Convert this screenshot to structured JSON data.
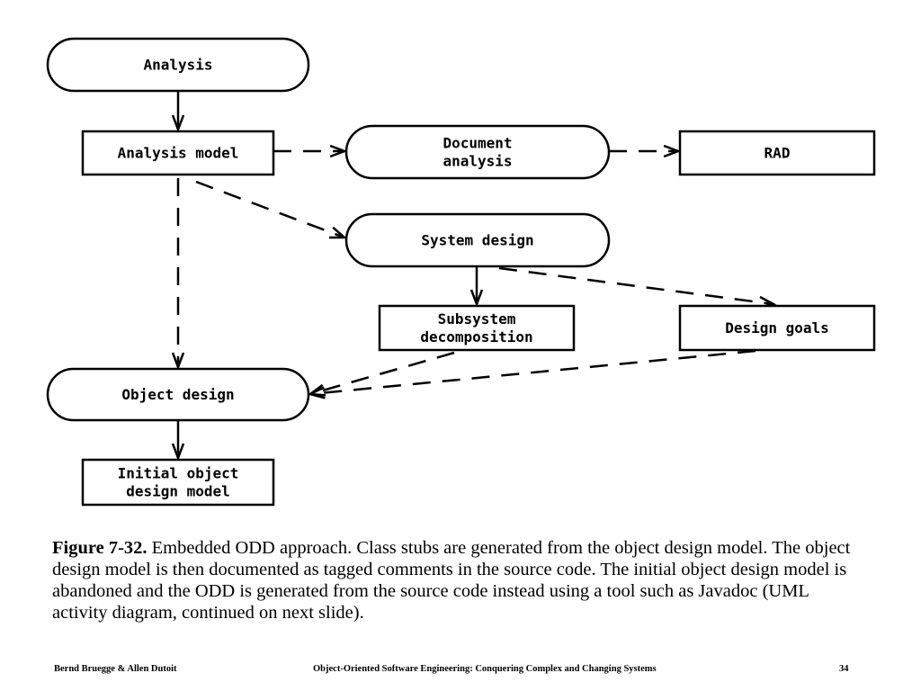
{
  "diagram": {
    "nodes": [
      {
        "id": "analysis",
        "kind": "activity",
        "lines": [
          "Analysis"
        ]
      },
      {
        "id": "analysis-model",
        "kind": "object",
        "lines": [
          "Analysis model"
        ]
      },
      {
        "id": "document-analysis",
        "kind": "activity",
        "lines": [
          "Document",
          "analysis"
        ]
      },
      {
        "id": "rad",
        "kind": "object",
        "lines": [
          "RAD"
        ]
      },
      {
        "id": "system-design",
        "kind": "activity",
        "lines": [
          "System design"
        ]
      },
      {
        "id": "subsystem-decomposition",
        "kind": "object",
        "lines": [
          "Subsystem",
          "decomposition"
        ]
      },
      {
        "id": "design-goals",
        "kind": "object",
        "lines": [
          "Design goals"
        ]
      },
      {
        "id": "object-design",
        "kind": "activity",
        "lines": [
          "Object design"
        ]
      },
      {
        "id": "initial-object-design-model",
        "kind": "object",
        "lines": [
          "Initial object",
          "design model"
        ]
      }
    ],
    "edges": [
      {
        "from": "analysis",
        "to": "analysis-model",
        "style": "solid"
      },
      {
        "from": "analysis-model",
        "to": "document-analysis",
        "style": "dashed"
      },
      {
        "from": "document-analysis",
        "to": "rad",
        "style": "dashed"
      },
      {
        "from": "analysis-model",
        "to": "system-design",
        "style": "dashed"
      },
      {
        "from": "analysis-model",
        "to": "object-design",
        "style": "dashed"
      },
      {
        "from": "system-design",
        "to": "subsystem-decomposition",
        "style": "solid"
      },
      {
        "from": "system-design",
        "to": "design-goals",
        "style": "dashed"
      },
      {
        "from": "subsystem-decomposition",
        "to": "object-design",
        "style": "dashed"
      },
      {
        "from": "design-goals",
        "to": "object-design",
        "style": "dashed"
      },
      {
        "from": "object-design",
        "to": "initial-object-design-model",
        "style": "solid"
      }
    ]
  },
  "caption": {
    "label": "Figure 7-32.",
    "text": " Embedded ODD approach. Class stubs are generated from the object design model. The object design model is then documented as tagged comments in the source code. The initial object design model is abandoned and the ODD is generated from the source code instead using a tool such as Javadoc (UML activity diagram, continued on next slide)."
  },
  "footer": {
    "authors": "Bernd Bruegge & Allen Dutoit",
    "book_title": "Object-Oriented Software Engineering: Conquering Complex and Changing Systems",
    "page_number": "34"
  }
}
